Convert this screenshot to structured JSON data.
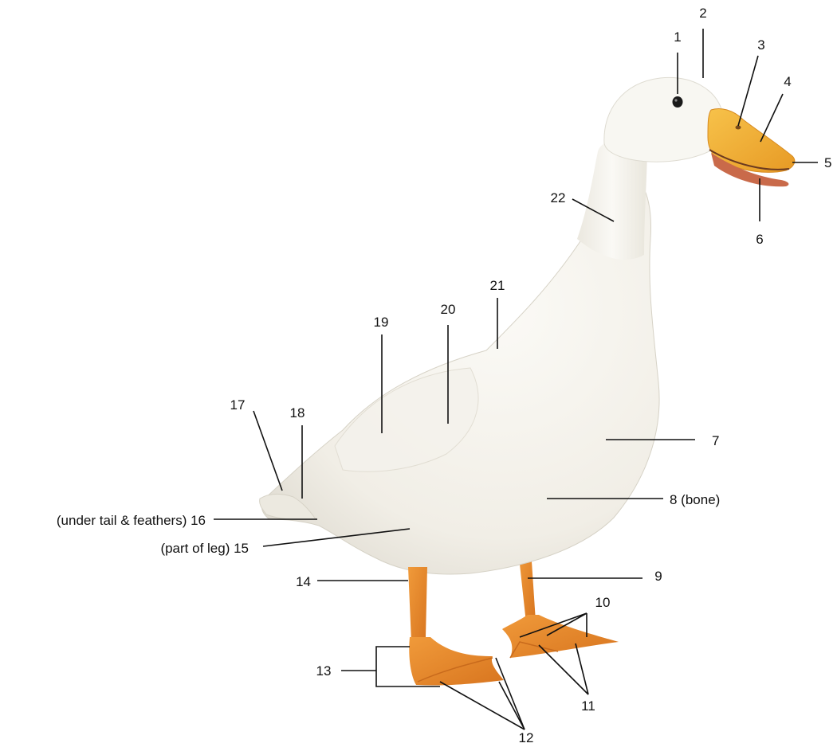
{
  "colors": {
    "background": "#ffffff",
    "body_white": "#f6f4ee",
    "body_shadow": "#e4e0d4",
    "beak": "#f2b23a",
    "legs": "#e88a2e",
    "leader_lines": "#111111",
    "eye": "#1a1a1a"
  },
  "labels": {
    "l1": "1",
    "l2": "2",
    "l3": "3",
    "l4": "4",
    "l5": "5",
    "l6": "6",
    "l7": "7",
    "l8": "8 (bone)",
    "l9": "9",
    "l10": "10",
    "l11": "11",
    "l12": "12",
    "l13": "13",
    "l14": "14",
    "l15": "(part of leg) 15",
    "l16": "(under tail & feathers) 16",
    "l17": "17",
    "l18": "18",
    "l19": "19",
    "l20": "20",
    "l21": "21",
    "l22": "22"
  }
}
